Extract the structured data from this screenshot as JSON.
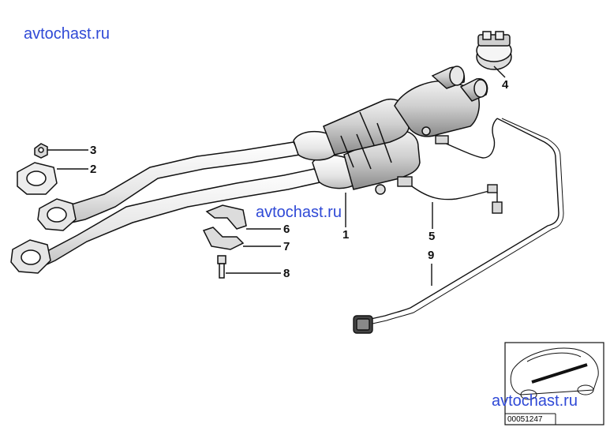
{
  "watermarks": {
    "top_left": "avtochast.ru",
    "center": "avtochast.ru",
    "bottom_right": "avtochast.ru"
  },
  "callouts": {
    "c1": "1",
    "c2": "2",
    "c3": "3",
    "c4": "4",
    "c5": "5",
    "c6": "6",
    "c7": "7",
    "c8": "8",
    "c9": "9"
  },
  "reference_number": "00051247",
  "colors": {
    "watermark": "#2f49d6",
    "line": "#111111",
    "fill": "#ffffff",
    "shade": "#bdbdbd"
  }
}
